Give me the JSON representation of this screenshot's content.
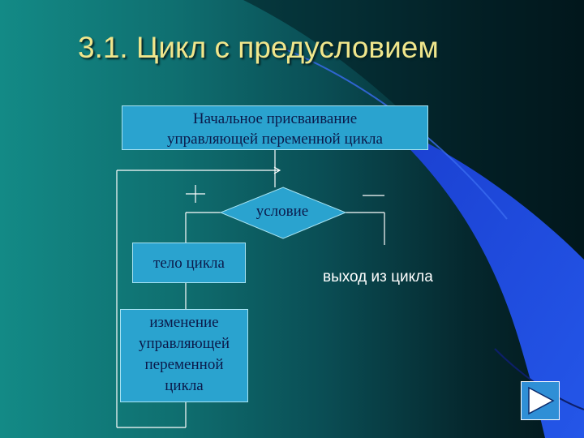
{
  "title": "3.1. Цикл с предусловием",
  "diagram": {
    "init_box": [
      "Начальное присваивание",
      "управляющей переменной цикла"
    ],
    "condition": "условие",
    "plus_label": "+",
    "minus_label": "—",
    "body_box": "тело цикла",
    "change_box": [
      "изменение",
      "управляющей",
      "переменной",
      "цикла"
    ],
    "exit_label": "выход из цикла"
  },
  "colors": {
    "title": "#f0e68c",
    "box_fill": "#2aa3cf",
    "box_text": "#0b1a4a",
    "background_left": "#138a86",
    "background_right": "#021519",
    "accent_swoosh": "#1f48d8"
  },
  "nav": {
    "icon": "play-next-icon"
  }
}
